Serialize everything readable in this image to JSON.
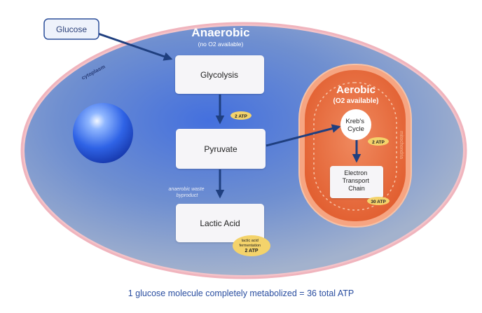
{
  "input": {
    "label": "Glucose"
  },
  "cytoplasm": {
    "label": "cytoplasm",
    "title": "Anaerobic",
    "subtitle": "(no O2 available)"
  },
  "steps": {
    "glycolysis": "Glycolysis",
    "pyruvate": "Pyruvate",
    "lactic_acid": "Lactic Acid"
  },
  "waste_note": [
    "anaerobic waste",
    "byproduct"
  ],
  "badges": {
    "glycolysis_atp": "2 ATP",
    "krebs_atp": "2 ATP",
    "etc_atp": "30 ATP",
    "lactic_line1": "lactic acid",
    "lactic_line2": "fermentation",
    "lactic_atp": "2 ATP"
  },
  "mitochondria": {
    "label": "mitochondria",
    "title": "Aerobic",
    "subtitle": "(O2 available)",
    "krebs": [
      "Kreb's",
      "Cycle"
    ],
    "etc": [
      "Electron",
      "Transport",
      "Chain"
    ]
  },
  "footer": {
    "summary": "1 glucose molecule completely metabolized = 36 total ATP"
  },
  "colors": {
    "cell_blue": "#4a78d6",
    "membrane_pink": "#f0b4bd",
    "arrow_navy": "#1f3f7f",
    "mito_orange": "#ea6a3b",
    "badge_yellow": "#f4d36b",
    "footer_blue": "#2a4ea0"
  }
}
